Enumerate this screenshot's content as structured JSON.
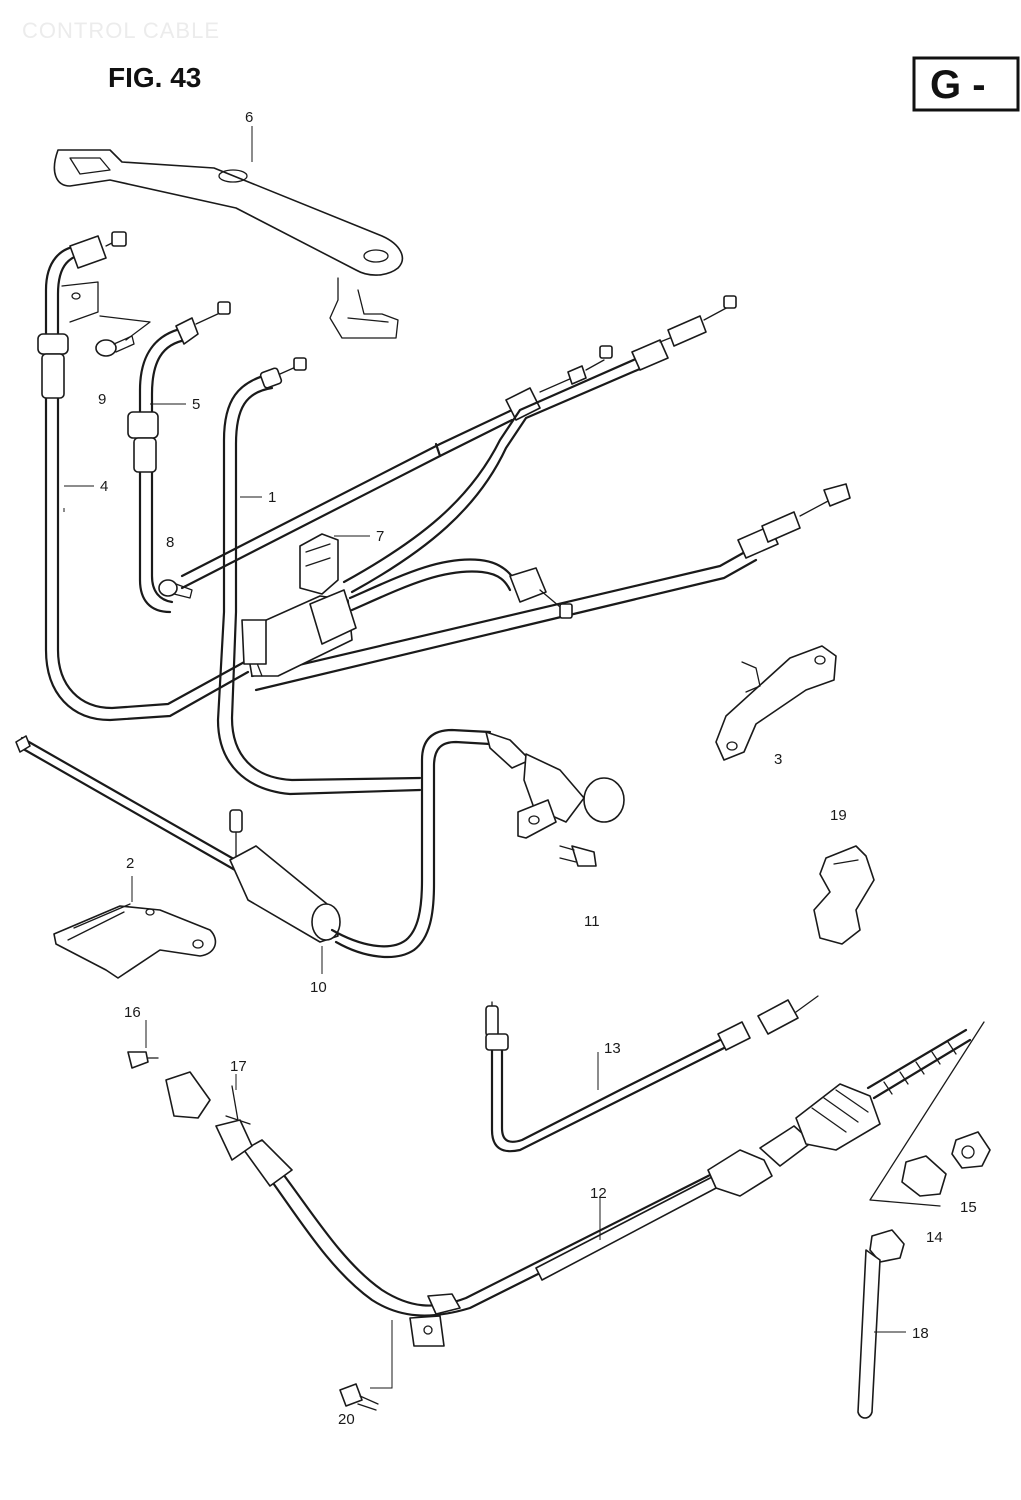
{
  "header": {
    "watermark": "CONTROL CABLE",
    "figure": "FIG. 43",
    "section_badge": "G -"
  },
  "callouts": {
    "c1": "1",
    "c2": "2",
    "c3": "3",
    "c4": "4",
    "c5": "5",
    "c6": "6",
    "c7": "7",
    "c8": "8",
    "c9": "9",
    "c10": "10",
    "c11": "11",
    "c12": "12",
    "c13": "13",
    "c14": "14",
    "c15": "15",
    "c16": "16",
    "c17": "17",
    "c18": "18",
    "c19": "19",
    "c20": "20"
  }
}
